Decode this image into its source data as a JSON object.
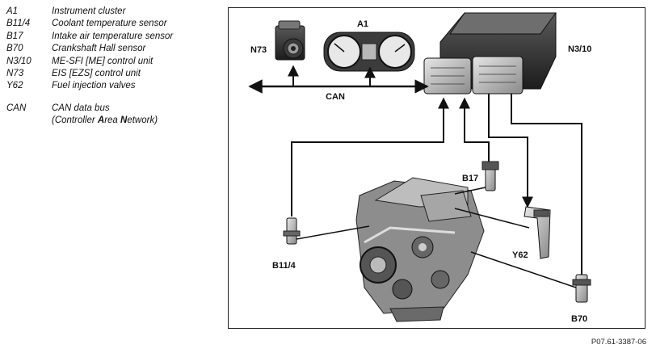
{
  "legend": [
    {
      "code": "A1",
      "desc": "Instrument cluster"
    },
    {
      "code": "B11/4",
      "desc": "Coolant temperature sensor"
    },
    {
      "code": "B17",
      "desc": "Intake air temperature sensor"
    },
    {
      "code": "B70",
      "desc": "Crankshaft Hall sensor"
    },
    {
      "code": "N3/10",
      "desc": "ME-SFI [ME] control unit"
    },
    {
      "code": "N73",
      "desc": "EIS [EZS] control unit"
    },
    {
      "code": "Y62",
      "desc": "Fuel injection valves"
    }
  ],
  "can_legend": {
    "code": "CAN",
    "line1": "CAN data bus",
    "line2_parts": [
      "(Controller ",
      "A",
      "rea ",
      "N",
      "etwork)"
    ]
  },
  "diagram": {
    "labels": {
      "a1": "A1",
      "n73": "N73",
      "n3_10": "N3/10",
      "can": "CAN",
      "b17": "B17",
      "b11_4": "B11/4",
      "y62": "Y62",
      "b70": "B70"
    }
  },
  "reference": "P07.61-3387-06"
}
